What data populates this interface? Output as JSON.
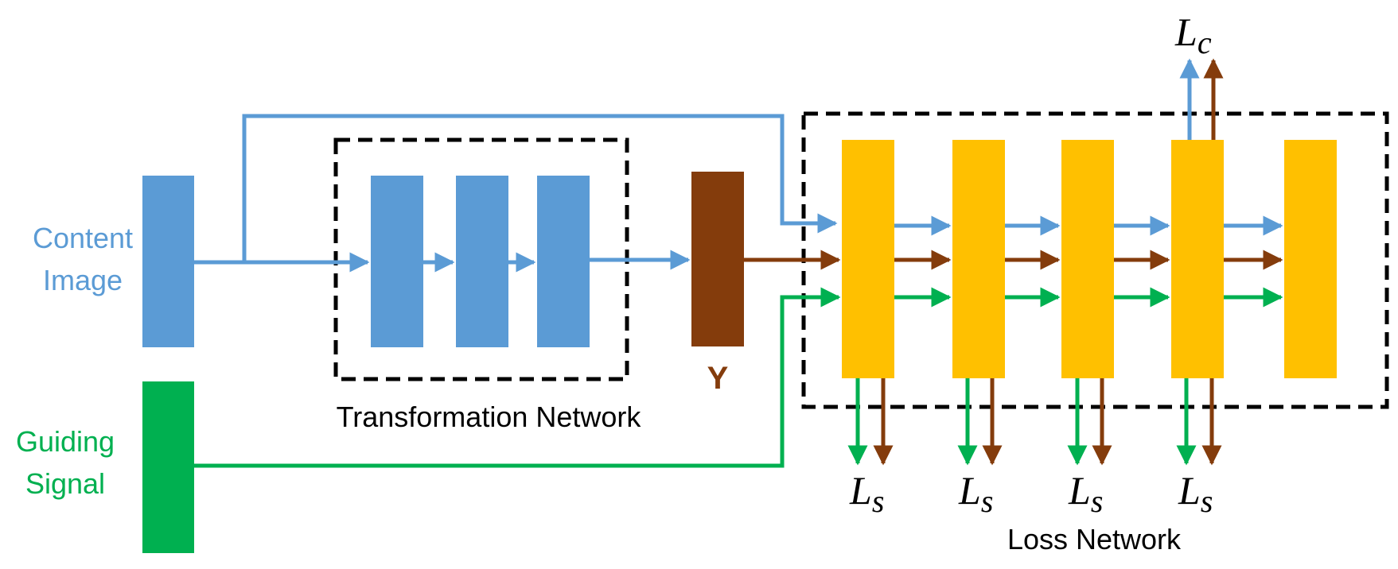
{
  "labels": {
    "content_image_line1": "Content",
    "content_image_line2": "Image",
    "guiding_signal_line1": "Guiding",
    "guiding_signal_line2": "Signal",
    "transformation_network": "Transformation Network",
    "output_y": "Y",
    "loss_network": "Loss Network",
    "content_loss_main": "L",
    "content_loss_sub": "c",
    "style_loss_main": "L",
    "style_loss_sub": "s"
  },
  "colors": {
    "content_blue": "#5B9BD5",
    "guide_green": "#00B050",
    "output_brown": "#843C0C",
    "loss_gold": "#FFC000",
    "frame_black": "#000000",
    "text_black": "#000000"
  }
}
